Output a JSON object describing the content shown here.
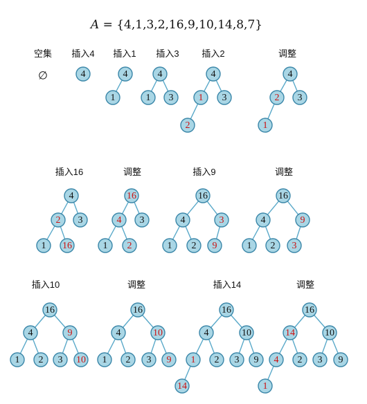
{
  "title": {
    "var": "A",
    "rest": " = {4,1,3,2,16,9,10,14,8,7}"
  },
  "colors": {
    "normal_text": "#111111",
    "highlight_text": "#cc1111",
    "node_fill": "#a9d6e5",
    "node_stroke": "#3a86a8",
    "edge": "#5aa9c9"
  },
  "steps": [
    {
      "label": "空集",
      "empty_symbol": "∅",
      "nodes": []
    },
    {
      "label": "插入4",
      "nodes": [
        {
          "v": "4",
          "p": null,
          "h": false
        }
      ]
    },
    {
      "label": "插入1",
      "nodes": [
        {
          "v": "4",
          "p": null,
          "h": false
        },
        {
          "v": "1",
          "p": 0,
          "h": false
        }
      ]
    },
    {
      "label": "插入3",
      "nodes": [
        {
          "v": "4",
          "p": null,
          "h": false
        },
        {
          "v": "1",
          "p": 0,
          "h": false
        },
        {
          "v": "3",
          "p": 0,
          "h": false
        }
      ]
    },
    {
      "label": "插入2",
      "nodes": [
        {
          "v": "4",
          "p": null,
          "h": false
        },
        {
          "v": "1",
          "p": 0,
          "h": true
        },
        {
          "v": "3",
          "p": 0,
          "h": false
        },
        {
          "v": "2",
          "p": 1,
          "h": true
        }
      ]
    },
    {
      "label": "调整",
      "nodes": [
        {
          "v": "4",
          "p": null,
          "h": false
        },
        {
          "v": "2",
          "p": 0,
          "h": true
        },
        {
          "v": "3",
          "p": 0,
          "h": false
        },
        {
          "v": "1",
          "p": 1,
          "h": true
        }
      ]
    },
    {
      "label": "插入16",
      "nodes": [
        {
          "v": "4",
          "p": null,
          "h": false
        },
        {
          "v": "2",
          "p": 0,
          "h": true
        },
        {
          "v": "3",
          "p": 0,
          "h": false
        },
        {
          "v": "1",
          "p": 1,
          "h": false
        },
        {
          "v": "16",
          "p": 1,
          "h": true
        }
      ]
    },
    {
      "label": "调整",
      "nodes": [
        {
          "v": "16",
          "p": null,
          "h": true
        },
        {
          "v": "4",
          "p": 0,
          "h": true
        },
        {
          "v": "3",
          "p": 0,
          "h": false
        },
        {
          "v": "1",
          "p": 1,
          "h": false
        },
        {
          "v": "2",
          "p": 1,
          "h": true
        }
      ]
    },
    {
      "label": "插入9",
      "nodes": [
        {
          "v": "16",
          "p": null,
          "h": false
        },
        {
          "v": "4",
          "p": 0,
          "h": false
        },
        {
          "v": "3",
          "p": 0,
          "h": true
        },
        {
          "v": "1",
          "p": 1,
          "h": false
        },
        {
          "v": "2",
          "p": 1,
          "h": false
        },
        {
          "v": "9",
          "p": 2,
          "h": true
        }
      ]
    },
    {
      "label": "调整",
      "nodes": [
        {
          "v": "16",
          "p": null,
          "h": false
        },
        {
          "v": "4",
          "p": 0,
          "h": false
        },
        {
          "v": "9",
          "p": 0,
          "h": true
        },
        {
          "v": "1",
          "p": 1,
          "h": false
        },
        {
          "v": "2",
          "p": 1,
          "h": false
        },
        {
          "v": "3",
          "p": 2,
          "h": true
        }
      ]
    },
    {
      "label": "插入10",
      "nodes": [
        {
          "v": "16",
          "p": null,
          "h": false
        },
        {
          "v": "4",
          "p": 0,
          "h": false
        },
        {
          "v": "9",
          "p": 0,
          "h": true
        },
        {
          "v": "1",
          "p": 1,
          "h": false
        },
        {
          "v": "2",
          "p": 1,
          "h": false
        },
        {
          "v": "3",
          "p": 2,
          "h": false
        },
        {
          "v": "10",
          "p": 2,
          "h": true
        }
      ]
    },
    {
      "label": "调整",
      "nodes": [
        {
          "v": "16",
          "p": null,
          "h": false
        },
        {
          "v": "4",
          "p": 0,
          "h": false
        },
        {
          "v": "10",
          "p": 0,
          "h": true
        },
        {
          "v": "1",
          "p": 1,
          "h": false
        },
        {
          "v": "2",
          "p": 1,
          "h": false
        },
        {
          "v": "3",
          "p": 2,
          "h": false
        },
        {
          "v": "9",
          "p": 2,
          "h": true
        }
      ]
    },
    {
      "label": "插入14",
      "nodes": [
        {
          "v": "16",
          "p": null,
          "h": false
        },
        {
          "v": "4",
          "p": 0,
          "h": false
        },
        {
          "v": "10",
          "p": 0,
          "h": false
        },
        {
          "v": "1",
          "p": 1,
          "h": true
        },
        {
          "v": "2",
          "p": 1,
          "h": false
        },
        {
          "v": "3",
          "p": 2,
          "h": false
        },
        {
          "v": "9",
          "p": 2,
          "h": false
        },
        {
          "v": "14",
          "p": 3,
          "h": true
        }
      ]
    },
    {
      "label": "调整",
      "nodes": [
        {
          "v": "16",
          "p": null,
          "h": false
        },
        {
          "v": "14",
          "p": 0,
          "h": true
        },
        {
          "v": "10",
          "p": 0,
          "h": false
        },
        {
          "v": "4",
          "p": 1,
          "h": true
        },
        {
          "v": "2",
          "p": 1,
          "h": false
        },
        {
          "v": "3",
          "p": 2,
          "h": false
        },
        {
          "v": "9",
          "p": 2,
          "h": false
        },
        {
          "v": "1",
          "p": 3,
          "h": true
        }
      ]
    }
  ]
}
